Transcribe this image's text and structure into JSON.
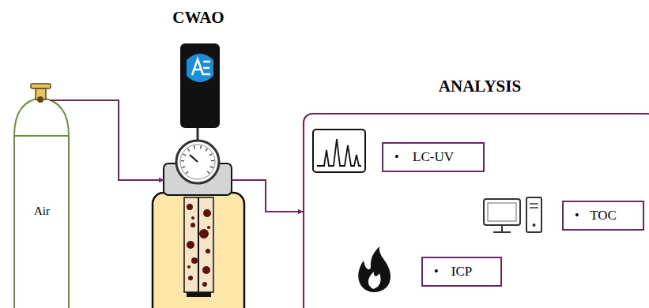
{
  "diagram": {
    "nodes": [
      {
        "text": [
          "Air"
        ]
      },
      {
        "text": [
          "CWAO"
        ]
      },
      {
        "text": [
          "ANALYSIS"
        ]
      },
      {
        "text": [
          "•",
          "LC-UV"
        ],
        "in": 2
      },
      {
        "text": [
          "•",
          "TOC"
        ],
        "in": 2
      },
      {
        "text": [
          "•",
          "ICP"
        ],
        "in": 2
      }
    ],
    "edges": [
      {
        "from": 0,
        "to": 1,
        "arrow": "to"
      },
      {
        "from": 1,
        "to": 2,
        "arrow": "to"
      }
    ]
  }
}
